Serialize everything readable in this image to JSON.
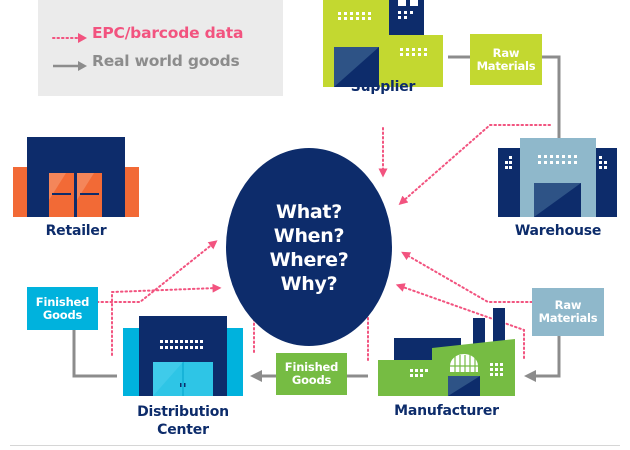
{
  "legend": {
    "epc_label": "EPC/barcode data",
    "goods_label": "Real world goods"
  },
  "center": {
    "lines": [
      "What?",
      "When?",
      "Where?",
      "Why?"
    ]
  },
  "nodes": {
    "supplier": "Supplier",
    "warehouse": "Warehouse",
    "retailer": "Retailer",
    "distribution_center": [
      "Distribution",
      "Center"
    ],
    "manufacturer": "Manufacturer"
  },
  "flow_boxes": {
    "supplier_to_warehouse": [
      "Raw",
      "Materials"
    ],
    "warehouse_to_manufacturer": [
      "Raw",
      "Materials"
    ],
    "manufacturer_to_distribution": [
      "Finished",
      "Goods"
    ],
    "distribution_to_retailer": [
      "Finished",
      "Goods"
    ]
  },
  "colors": {
    "navy": "#0d2c6b",
    "epc_pink": "#f2537f",
    "goods_gray": "#8c8c8c",
    "lime": "#c3d830",
    "green": "#76bc43",
    "cyan": "#00b2dd",
    "light_blue": "#8fb8cb",
    "orange": "#f26a36",
    "legend_bg": "#ebebeb"
  },
  "icons": {
    "supplier": "factory-building-icon",
    "warehouse": "warehouse-building-icon",
    "retailer": "store-building-icon",
    "distribution_center": "distribution-building-icon",
    "manufacturer": "manufacturing-plant-icon"
  }
}
